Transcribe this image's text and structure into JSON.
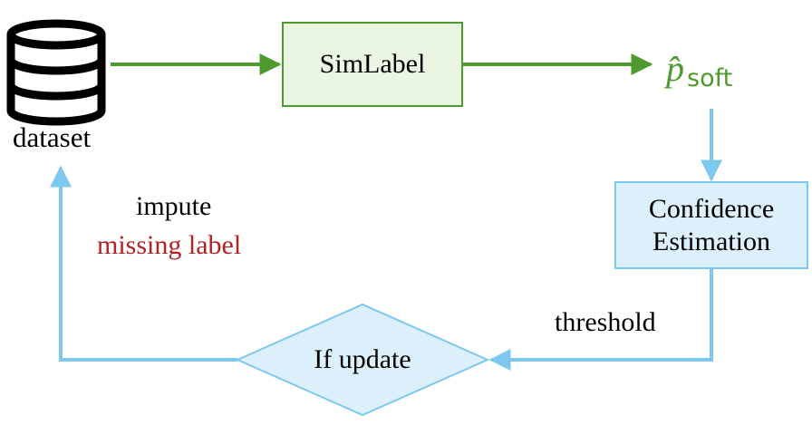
{
  "nodes": {
    "dataset": {
      "label": "dataset",
      "icon": "database-icon"
    },
    "simlabel": {
      "label": "SimLabel"
    },
    "p_soft": {
      "symbol": "p̂",
      "subscript": "soft"
    },
    "confidence": {
      "line1": "Confidence",
      "line2": "Estimation"
    },
    "if_update": {
      "label": "If update"
    }
  },
  "edges": {
    "threshold": {
      "label": "threshold"
    },
    "impute": {
      "line1": "impute",
      "line2": "missing label"
    }
  },
  "colors": {
    "green_stroke": "#4f9a2f",
    "green_fill": "#eaf6e2",
    "green_text": "#4f9a2f",
    "blue_stroke": "#7cc8ef",
    "blue_fill": "#dcf0fb",
    "red_text": "#b22222",
    "black": "#000000"
  }
}
